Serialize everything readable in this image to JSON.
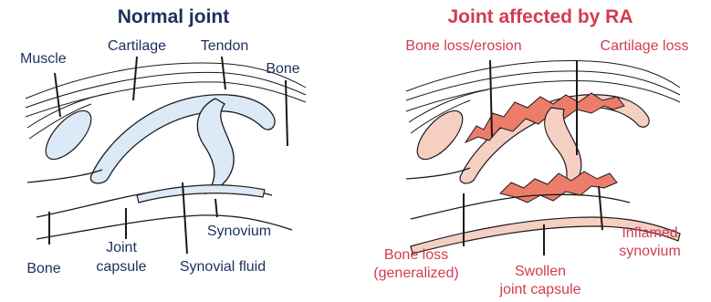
{
  "normal": {
    "title": "Normal joint",
    "labels": {
      "muscle": "Muscle",
      "cartilage": "Cartilage",
      "tendon": "Tendon",
      "bone_top": "Bone",
      "bone_bottom": "Bone",
      "joint_capsule_1": "Joint",
      "joint_capsule_2": "capsule",
      "synovial_fluid": "Synovial fluid",
      "synovium": "Synovium"
    }
  },
  "ra": {
    "title": "Joint affected by RA",
    "labels": {
      "bone_loss_erosion": "Bone loss/erosion",
      "cartilage_loss": "Cartilage loss",
      "bone_loss_generalized_1": "Bone loss",
      "bone_loss_generalized_2": "(generalized)",
      "swollen_capsule_1": "Swollen",
      "swollen_capsule_2": "joint capsule",
      "inflamed_synovium_1": "Inflamed",
      "inflamed_synovium_2": "synovium"
    }
  },
  "colors": {
    "normal_text": "#1e2f5e",
    "ra_text": "#d23b52",
    "normal_tissue": "#dce9f7",
    "ra_tissue": "#f6cfc3",
    "ra_erosion": "#ee7c6a"
  }
}
